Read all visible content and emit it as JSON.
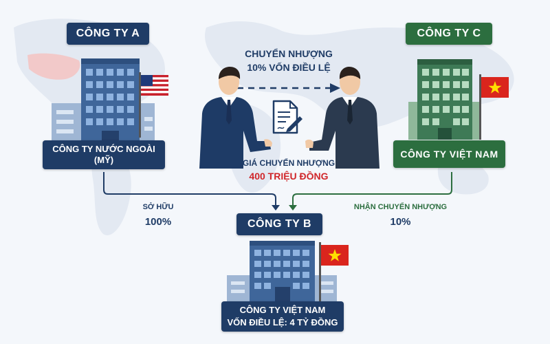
{
  "company_a": {
    "title": "CÔNG TY A",
    "desc_line1": "CÔNG TY NƯỚC NGOÀI",
    "desc_line2": "(MỸ)"
  },
  "company_c": {
    "title": "CÔNG TY C",
    "desc": "CÔNG TY VIỆT NAM"
  },
  "company_b": {
    "title": "CÔNG TY B",
    "desc_line1": "CÔNG TY VIỆT NAM",
    "desc_line2": "VỐN ĐIỀU LỆ: 4 TỶ ĐỒNG"
  },
  "transfer": {
    "line1": "CHUYỂN NHƯỢNG",
    "line2": "10% VỐN ĐIỀU LỆ"
  },
  "price": {
    "label": "GIÁ CHUYỂN NHƯỢNG",
    "value": "400 TRIỆU ĐỒNG"
  },
  "ownership_a": {
    "label": "SỞ HỮU",
    "value": "100%"
  },
  "ownership_c": {
    "label": "NHẬN CHUYỂN NHƯỢNG",
    "value": "10%"
  },
  "colors": {
    "navy": "#1f3c66",
    "green": "#2c6e3f",
    "price_red": "#d0262a"
  }
}
